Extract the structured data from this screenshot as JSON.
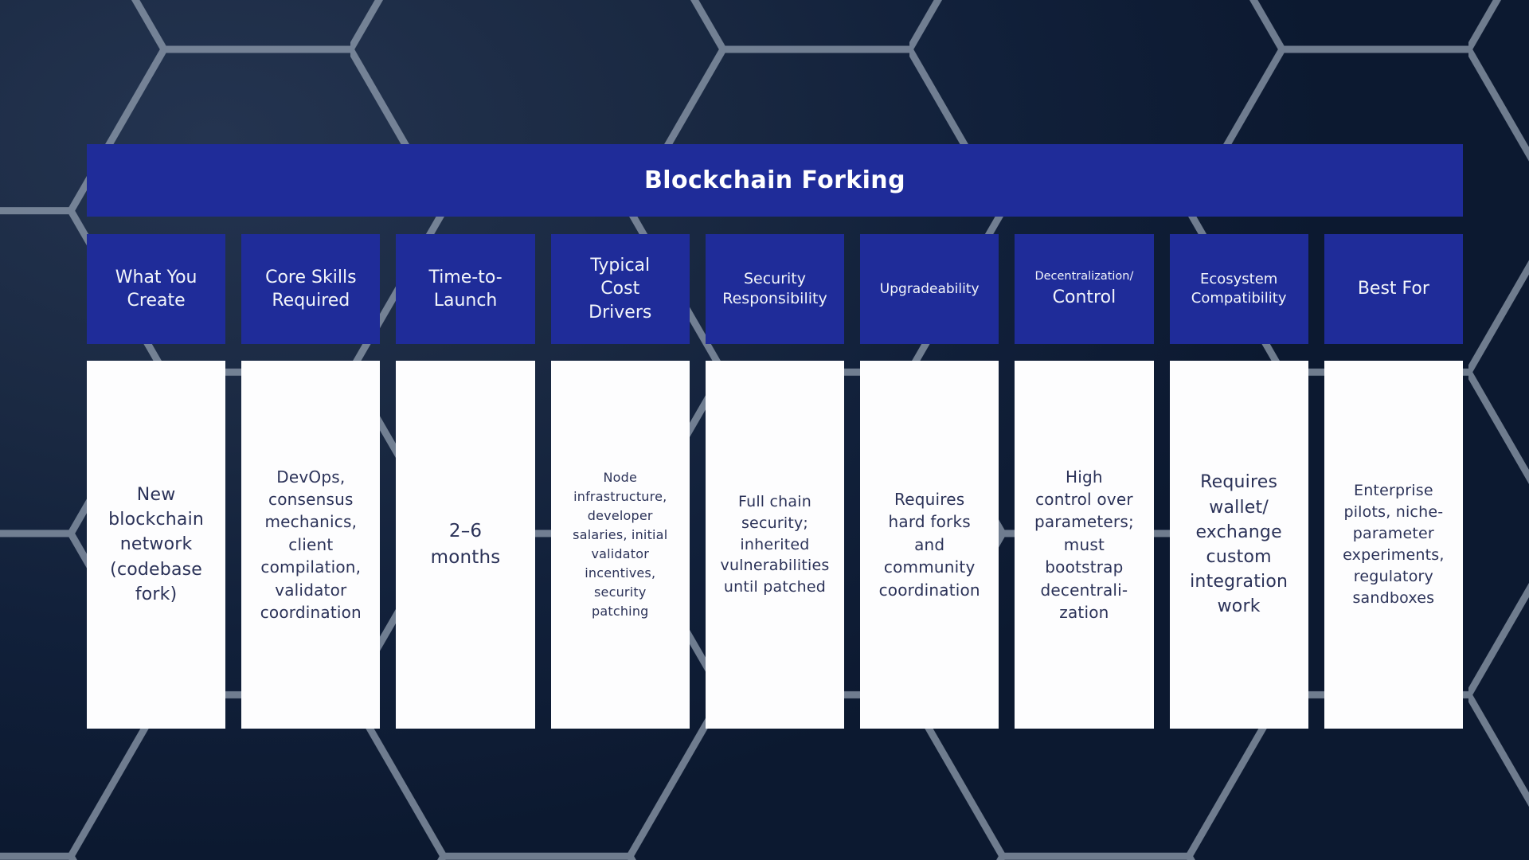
{
  "title": "Blockchain Forking",
  "colors": {
    "accent_blue": "#1f2c99",
    "background_navy": "#13213a",
    "card_white": "#fdfdfe",
    "body_text_navy": "#2b3258",
    "hexagon_line_gray": "#95a2b3"
  },
  "columns": [
    {
      "header": "What You\nCreate",
      "body": "New\nblockchain\nnetwork\n(codebase\nfork)"
    },
    {
      "header": "Core Skills\nRequired",
      "body": "DevOps,\nconsensus\nmechanics,\nclient\ncompilation,\nvalidator\ncoordination"
    },
    {
      "header": "Time-to-\nLaunch",
      "body": "2–6\nmonths"
    },
    {
      "header": "Typical\nCost\nDrivers",
      "body": "Node\ninfrastructure,\ndeveloper\nsalaries, initial\nvalidator\nincentives,\nsecurity\npatching"
    },
    {
      "header": "Security\nResponsibility",
      "body": "Full chain\nsecurity;\ninherited\nvulnerabilities\nuntil patched"
    },
    {
      "header": "Upgradeability",
      "body": "Requires\nhard forks\nand\ncommunity\ncoordination"
    },
    {
      "header_small": "Decentralization/",
      "header": "Control",
      "body": "High\ncontrol over\nparameters;\nmust\nbootstrap\ndecentrali-\nzation"
    },
    {
      "header": "Ecosystem\nCompatibility",
      "body": "Requires\nwallet/\nexchange\ncustom\nintegration\nwork"
    },
    {
      "header": "Best For",
      "body": "Enterprise\npilots, niche-\nparameter\nexperiments,\nregulatory\nsandboxes"
    }
  ]
}
